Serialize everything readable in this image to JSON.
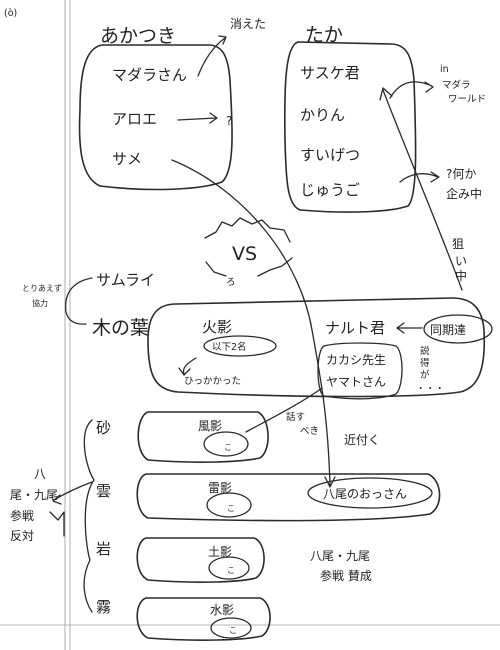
{
  "corner_mark": "(ò)",
  "left_column": {
    "title": "あかつき",
    "vanished_note": "消えた",
    "members": [
      "マダラさん",
      "アロエ",
      "サメ"
    ],
    "aloe_note": "?"
  },
  "taka": {
    "title": "たか",
    "members": [
      "サスケ君",
      "かりん",
      "すいげつ",
      "じゅうご"
    ],
    "sasuke_note_line1": "in",
    "sasuke_note_line2": "マダラ",
    "sasuke_note_line3": "ワールド",
    "plot_note_line1": "?何か",
    "plot_note_line2": "企み中",
    "target_note_line1": "狙",
    "target_note_line2": "い",
    "target_note_line3": "中"
  },
  "versus": "VS",
  "samurai": {
    "label": "サムライ",
    "note_line1": "とりあえず",
    "note_line2": "協力"
  },
  "konoha": {
    "label": "木の葉",
    "hokage": "火影",
    "hokage_sub": "以下2名",
    "hokage_caught": "ひっかかった",
    "naruto": "ナルト君",
    "kakashi": "カカシ先生",
    "yamato": "ヤマトさん",
    "peers": "同期達",
    "persuading_line1": "説",
    "persuading_line2": "得",
    "persuading_line3": "が",
    "persuading_line4": "・・・"
  },
  "villages": [
    {
      "name": "砂",
      "kage": "風影",
      "kage_sub": "こ"
    },
    {
      "name": "雲",
      "kage": "雷影",
      "kage_sub": "こ"
    },
    {
      "name": "岩",
      "kage": "土影",
      "kage_sub": "こ"
    },
    {
      "name": "霧",
      "kage": "水影",
      "kage_sub": "こ"
    }
  ],
  "wind_note_line1": "話す",
  "wind_note_line2": "べき",
  "approaching": "近付く",
  "hachibi": "八尾のおっさん",
  "oppose_line1": "八",
  "oppose_line2": "尾・九尾",
  "oppose_line3": "参",
  "oppose_line4": "戦",
  "oppose_line5": "反",
  "oppose_line6": "対",
  "approve_line1": "八尾・九尾",
  "approve_line2": "参戦 賛成"
}
